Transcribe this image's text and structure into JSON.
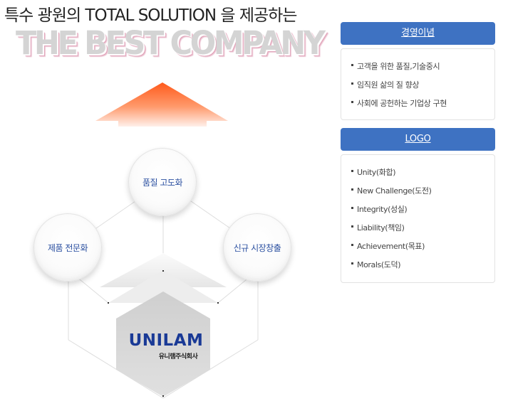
{
  "header": {
    "headline": "특수 광원의 TOTAL SOLUTION 을 제공하는",
    "big_title": "THE BEST COMPANY"
  },
  "diagram": {
    "nodes": {
      "top": "품질 고도화",
      "left": "제품 전문화",
      "right": "신규 시장창출"
    },
    "logo": {
      "word": "UNILAM",
      "sub": "유니램주식회사"
    },
    "colors": {
      "arrow_top": "#ff6a2c",
      "arrow_bottom": "#ffe6db",
      "hexagon": "#dcdcdc",
      "node_text": "#2a4fa0",
      "logo": "#1a3a96",
      "logo_accent": "#e2322b"
    }
  },
  "panels": [
    {
      "title": "경영이념",
      "items": [
        "고객을 위한 품질,기술중시",
        "임직원 삶의 질 향상",
        "사회에 공헌하는 기업상 구현"
      ]
    },
    {
      "title": "LOGO",
      "items": [
        "Unity(화합)",
        "New Challenge(도전)",
        "Integrity(성실)",
        "Liability(책임)",
        "Achievement(목표)",
        "Morals(도덕)"
      ]
    }
  ],
  "theme": {
    "panel_header": "#3e72c2"
  }
}
